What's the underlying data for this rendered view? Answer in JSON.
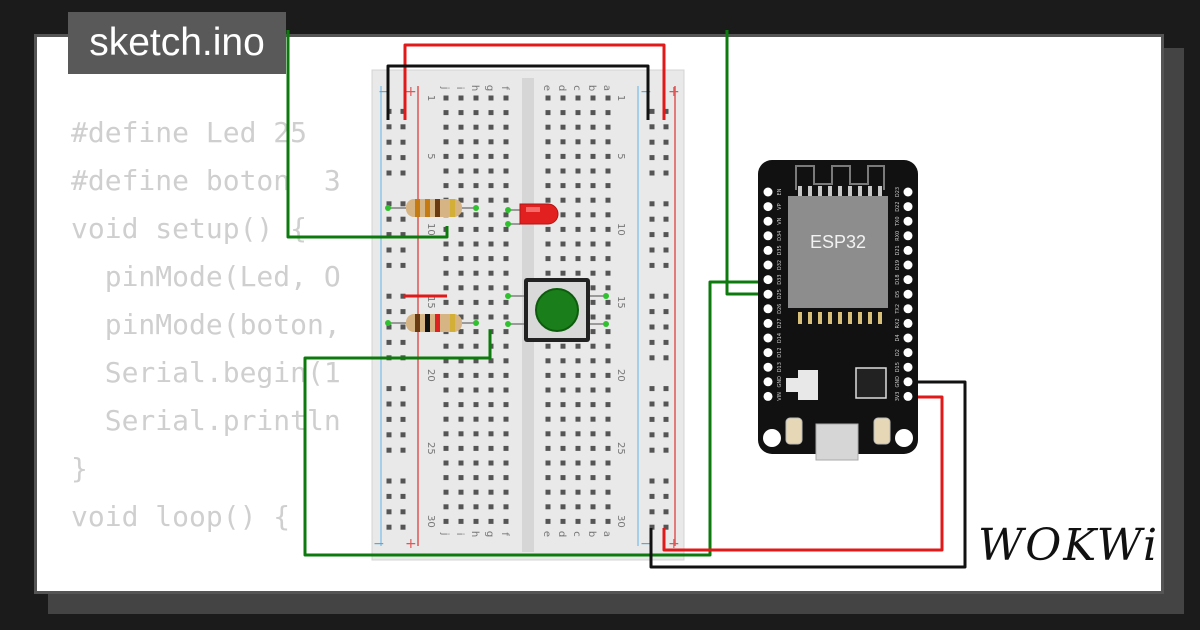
{
  "file": {
    "name": "sketch.ino"
  },
  "code_lines": [
    "#define Led 25",
    "#define boton  3",
    "",
    "void setup() {",
    "  pinMode(Led, O",
    "  pinMode(boton,",
    "  Serial.begin(1",
    "  Serial.println                         );",
    "}",
    "",
    "void loop() {"
  ],
  "breadboard": {
    "row_labels_left": [
      "1",
      "5",
      "10",
      "15",
      "20",
      "25",
      "30"
    ],
    "row_labels_right": [
      "1",
      "5",
      "10",
      "15",
      "20",
      "25",
      "30"
    ],
    "column_letters": [
      "j",
      "i",
      "h",
      "g",
      "f",
      "e",
      "d",
      "c",
      "b",
      "a"
    ],
    "rail_minus": "−",
    "rail_plus": "+"
  },
  "board": {
    "chip_label": "ESP32",
    "pins_left": [
      "EN",
      "VP",
      "VN",
      "D34",
      "D35",
      "D32",
      "D33",
      "D25",
      "D26",
      "D27",
      "D14",
      "D12",
      "D13",
      "GND",
      "VIN"
    ],
    "pins_right": [
      "D23",
      "D22",
      "TX0",
      "RX0",
      "D21",
      "D19",
      "D18",
      "D5",
      "TX2",
      "RX2",
      "D4",
      "D2",
      "D15",
      "GND",
      "3V3"
    ]
  },
  "brand": {
    "logo": "WOKWi"
  },
  "colors": {
    "background": "#1b1b1b",
    "wire_red": "#e11919",
    "wire_black": "#111111",
    "wire_green": "#0c7a0c",
    "led": "#e32020",
    "button": "#1a7f1a",
    "board": "#111111"
  }
}
